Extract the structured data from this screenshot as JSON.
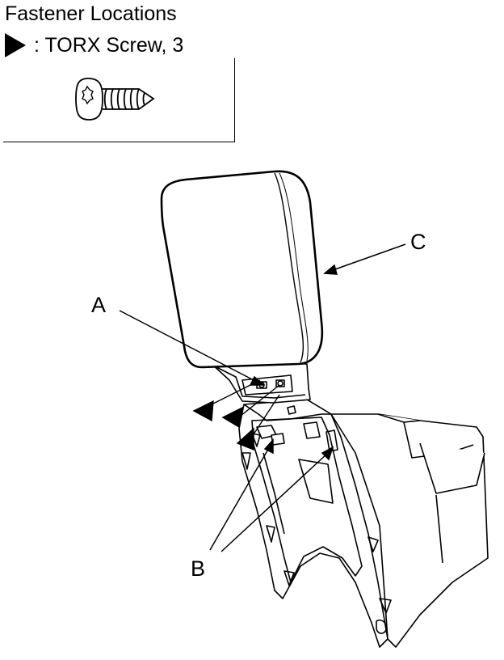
{
  "legend": {
    "title": "Fastener Locations",
    "item_label": ": TORX Screw, 3",
    "arrow_icon": "filled-triangle-arrow-icon",
    "screw_icon": "torx-screw-icon"
  },
  "callouts": {
    "a": "A",
    "b": "B",
    "c": "C"
  },
  "colors": {
    "line": "#000000",
    "background": "#ffffff"
  }
}
